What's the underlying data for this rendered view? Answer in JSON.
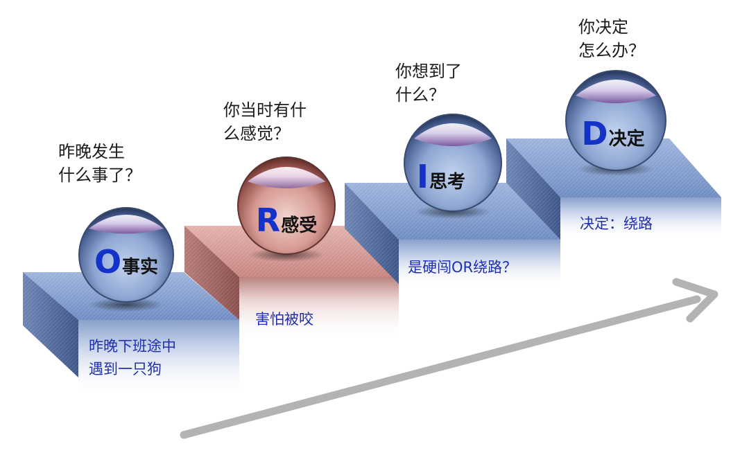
{
  "steps": [
    {
      "letter": "O",
      "word": "事实",
      "question": [
        "昨晚发生",
        "什么事了？"
      ],
      "answer": [
        "昨晚下班途中",
        "遇到一只狗"
      ]
    },
    {
      "letter": "R",
      "word": "感受",
      "question": [
        "你当时有什",
        "么感觉？"
      ],
      "answer": [
        "害怕被咬"
      ]
    },
    {
      "letter": "I",
      "word": "思考",
      "question": [
        "你想到了",
        "什么？"
      ],
      "answer": [
        "是硬闯OR绕路？"
      ]
    },
    {
      "letter": "D",
      "word": "决定",
      "question": [
        "你决定",
        "怎么办？"
      ],
      "answer": [
        "决定：绕路"
      ]
    }
  ],
  "colors": {
    "step_blue": "#7f9ac9",
    "step_red": "#c98c8a",
    "letter_blue": "#1431c8",
    "answer_blue": "#1f2fb0",
    "arrow_gray": "#b3b3b3"
  }
}
